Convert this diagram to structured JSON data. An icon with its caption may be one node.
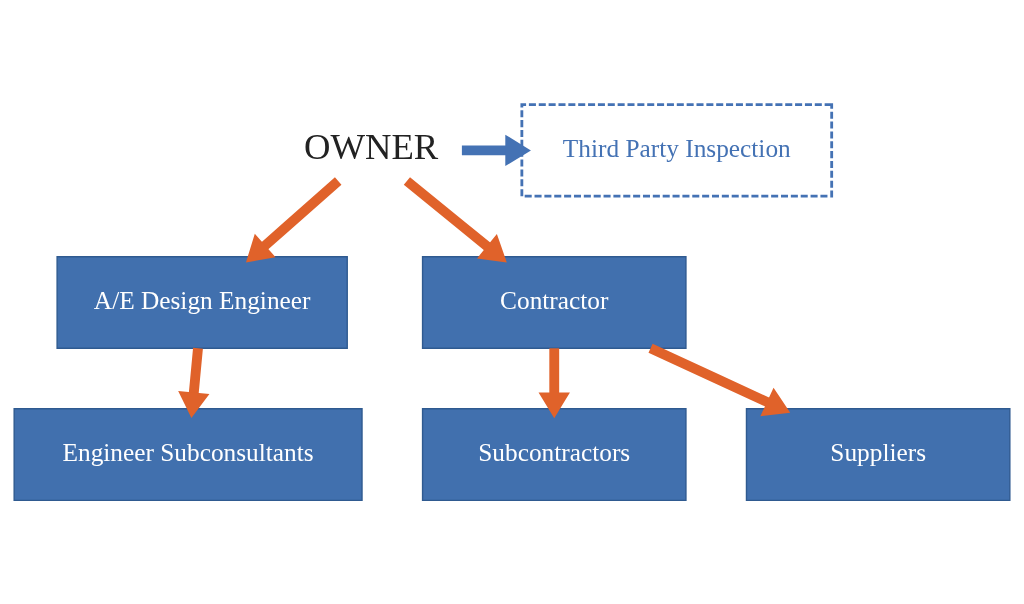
{
  "diagram": {
    "nodes": [
      {
        "text": [
          "OWNER"
        ]
      },
      {
        "text": [
          "Third Party Inspection"
        ]
      },
      {
        "text": [
          "A/E Design Engineer"
        ]
      },
      {
        "text": [
          "Contractor"
        ]
      },
      {
        "text": [
          "Engineer Subconsultants"
        ]
      },
      {
        "text": [
          "Subcontractors"
        ]
      },
      {
        "text": [
          "Suppliers"
        ]
      }
    ],
    "edges": [
      {
        "from": 0,
        "to": 1,
        "arrow": "to",
        "color": "#4472b4"
      },
      {
        "from": 0,
        "to": 2,
        "arrow": "to"
      },
      {
        "from": 0,
        "to": 3,
        "arrow": "to"
      },
      {
        "from": 2,
        "to": 4,
        "arrow": "to"
      },
      {
        "from": 3,
        "to": 5,
        "arrow": "to"
      },
      {
        "from": 3,
        "to": 6,
        "arrow": "to"
      }
    ]
  }
}
